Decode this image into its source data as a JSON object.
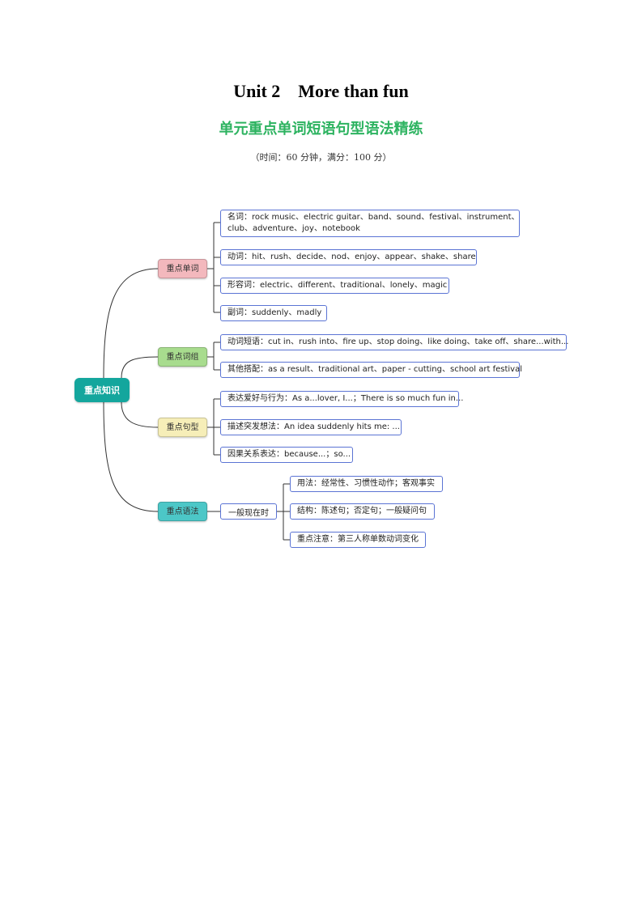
{
  "header": {
    "title": "Unit 2    More than fun",
    "subtitle": "单元重点单词短语句型语法精练",
    "meta": "（时间：60 分钟，满分：100 分）"
  },
  "colors": {
    "root": "#14a69d",
    "vocab": "#f3b8bd",
    "phrases": "#a8dc8e",
    "sentences": "#f6eeb8",
    "grammar": "#4cc7c7",
    "leaf_border": "#5b74d4",
    "title_green": "#2db360"
  },
  "mindmap": {
    "root": "重点知识",
    "vocab": {
      "label": "重点单词",
      "nouns_line1": "名词：rock music、electric guitar、band、sound、festival、instrument、",
      "nouns_line2": "club、adventure、joy、notebook",
      "verbs": "动词：hit、rush、decide、nod、enjoy、appear、shake、share",
      "adjectives": "形容词：electric、different、traditional、lonely、magic",
      "adverbs": "副词：suddenly、madly"
    },
    "phrases": {
      "label": "重点词组",
      "verb_phrases": "动词短语：cut in、rush into、fire up、stop doing、like doing、take off、share...with...",
      "collocations": "其他搭配：as a result、traditional art、paper - cutting、school art festival"
    },
    "sentences": {
      "label": "重点句型",
      "hobbies": "表达爱好与行为：As a...lover, I...；There is so much fun in...",
      "ideas": "描述突发想法：An idea suddenly hits me: ...",
      "cause": "因果关系表达：because...；so..."
    },
    "grammar": {
      "label": "重点语法",
      "tense": "一般现在时",
      "usage": "用法：经常性、习惯性动作；客观事实",
      "structure": "结构：陈述句；否定句；一般疑问句",
      "notes": "重点注意：第三人称单数动词变化"
    }
  }
}
